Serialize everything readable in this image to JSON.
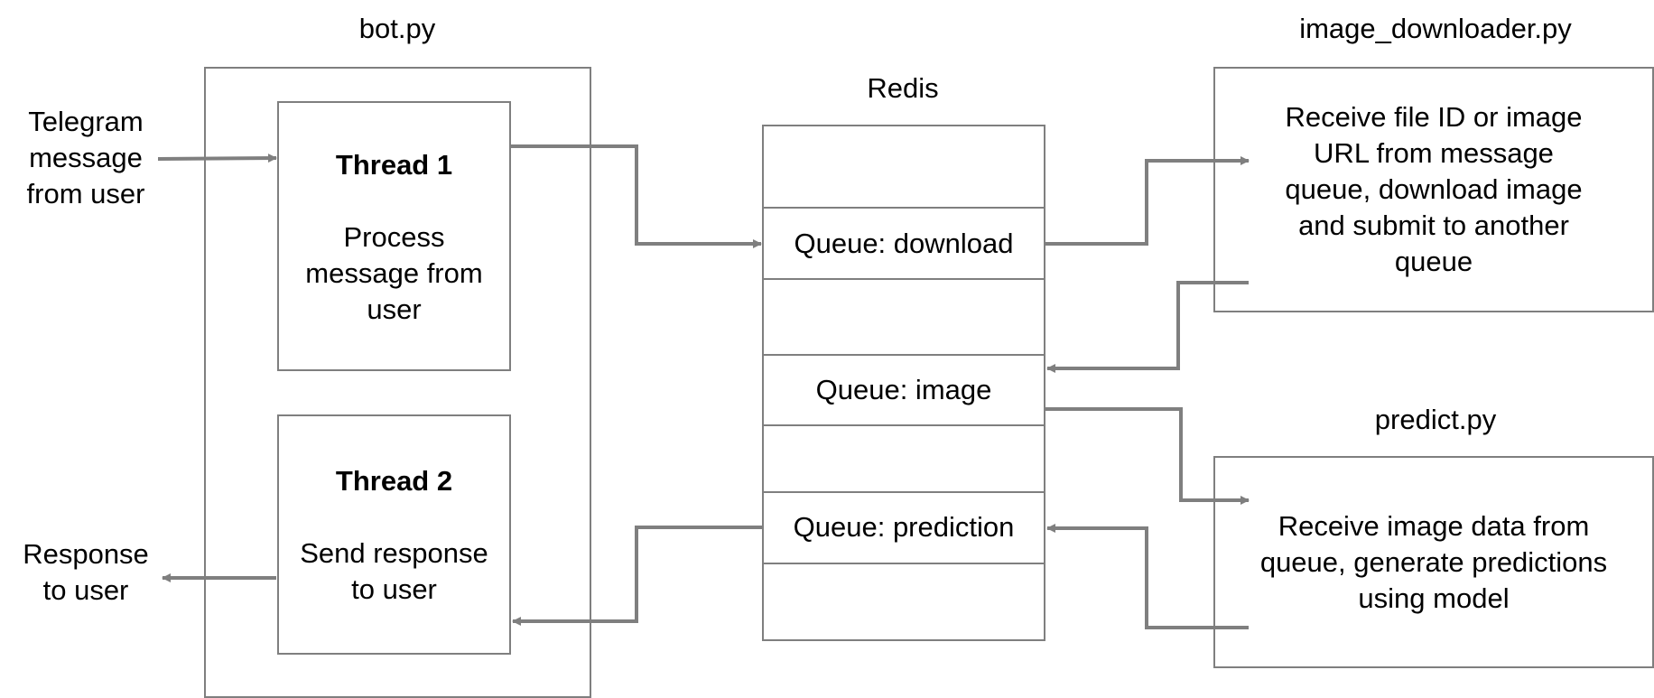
{
  "sections": {
    "bot": "bot.py",
    "redis": "Redis",
    "downloader": "image_downloader.py",
    "predict": "predict.py"
  },
  "inputs": {
    "telegram": "Telegram\nmessage\nfrom user",
    "response": "Response\nto user"
  },
  "threads": {
    "t1_title": "Thread 1",
    "t1_desc": "Process\nmessage from\nuser",
    "t2_title": "Thread 2",
    "t2_desc": "Send response\nto user"
  },
  "queues": {
    "download": "Queue: download",
    "image": "Queue: image",
    "prediction": "Queue: prediction"
  },
  "processes": {
    "downloader_desc": "Receive file ID or image\nURL from message\nqueue, download image\nand submit to another\nqueue",
    "predict_desc": "Receive image data from\nqueue, generate predictions\nusing model"
  },
  "colors": {
    "line": "#7f7f7f",
    "text": "#000000"
  }
}
